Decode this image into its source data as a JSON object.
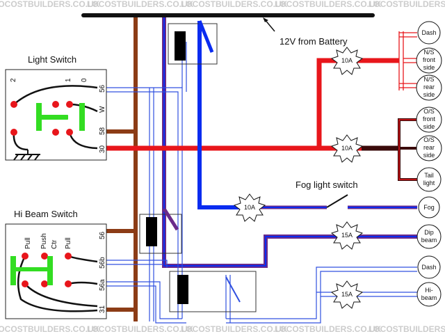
{
  "watermark": {
    "text": "LOCOSTBUILDERS.CO.UK",
    "color": "#c8c8c8"
  },
  "battery": {
    "label": "12V from Battery"
  },
  "light_switch": {
    "title": "Light Switch",
    "positions": [
      "2",
      "1",
      "0"
    ],
    "terminals": [
      "56",
      "W",
      "58",
      "30"
    ]
  },
  "hi_beam_switch": {
    "title": "Hi Beam Switch",
    "positions": [
      "Pull",
      "Push",
      "Ctr",
      "Pull"
    ],
    "terminals": [
      "56",
      "56b",
      "56a",
      "31"
    ]
  },
  "fog_switch": {
    "title": "Fog light switch"
  },
  "fuses": [
    "10A",
    "10A",
    "10A",
    "15A",
    "15A"
  ],
  "lamps": {
    "dash_top": "Dash",
    "ns_front": "N/S front side",
    "ns_rear": "N/S rear side",
    "os_front": "O/S front side",
    "os_rear": "O/S rear side",
    "tail": "Tail light",
    "fog": "Fog",
    "dip": "Dip beam",
    "dash_bottom": "Dash",
    "hi": "Hi-beam"
  },
  "colors": {
    "red": "#e8161b",
    "blue": "#0a2cf0",
    "brown": "#8c3c16",
    "purple": "#6a2a8a",
    "green": "#33dd22",
    "black": "#111111"
  }
}
